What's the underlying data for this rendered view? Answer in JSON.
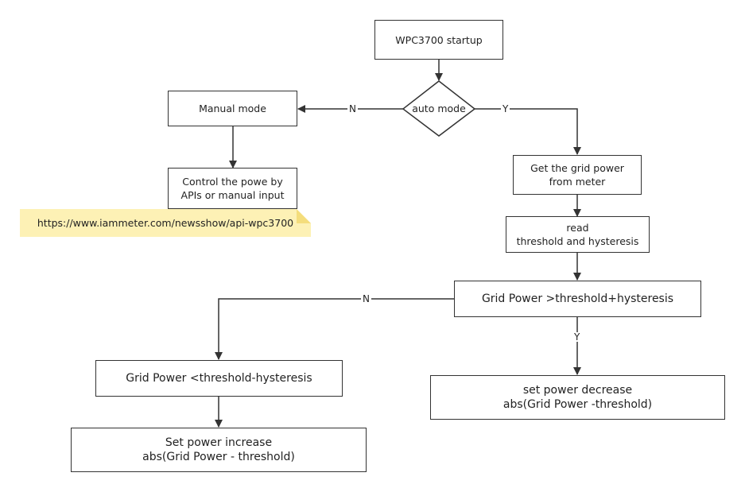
{
  "nodes": {
    "startup": "WPC3700 startup",
    "auto_mode": "auto mode",
    "manual_mode": "Manual mode",
    "control_line1": "Control the powe by",
    "control_line2": "APIs or manual input",
    "get_grid_line1": "Get the grid power",
    "get_grid_line2": "from meter",
    "read_line1": "read",
    "read_line2": "threshold and hysteresis",
    "grid_gt": "Grid Power >threshold+hysteresis",
    "grid_lt": "Grid Power <threshold-hysteresis",
    "decrease_line1": "set power decrease",
    "decrease_line2": "abs(Grid Power -threshold)",
    "increase_line1": "Set power increase",
    "increase_line2": "abs(Grid Power - threshold)"
  },
  "edge_labels": {
    "auto_no": "N",
    "auto_yes": "Y",
    "gt_no": "N",
    "gt_yes": "Y"
  },
  "note": {
    "text": "https://www.iammeter.com/newsshow/api-wpc3700",
    "color": "#fdf1b5",
    "fold_color": "#f4dd7c"
  },
  "colors": {
    "line": "#333333",
    "border": "#333333",
    "text": "#222222"
  }
}
